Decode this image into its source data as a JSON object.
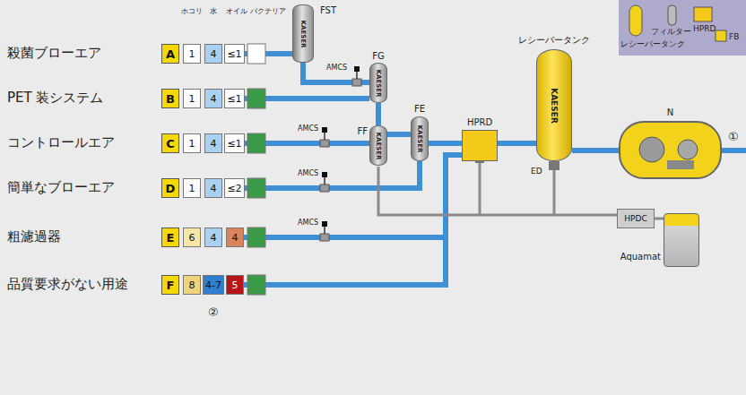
{
  "diagram": {
    "nodes": [
      {
        "text": [
          "A"
        ]
      },
      {
        "text": [
          "1"
        ]
      },
      {
        "text": [
          "4"
        ]
      },
      {
        "text": [
          "≤1"
        ]
      },
      {
        "text": [
          "B"
        ]
      },
      {
        "text": [
          "1"
        ]
      },
      {
        "text": [
          "4"
        ]
      },
      {
        "text": [
          "≤1"
        ]
      },
      {
        "text": [
          "C"
        ]
      },
      {
        "text": [
          "1"
        ]
      },
      {
        "text": [
          "4"
        ]
      },
      {
        "text": [
          "≤1"
        ]
      },
      {
        "text": [
          "D"
        ]
      },
      {
        "text": [
          "1"
        ]
      },
      {
        "text": [
          "4"
        ]
      },
      {
        "text": [
          "≤2"
        ]
      },
      {
        "text": [
          "E"
        ]
      },
      {
        "text": [
          "6"
        ]
      },
      {
        "text": [
          "4"
        ]
      },
      {
        "text": [
          "4"
        ]
      },
      {
        "text": [
          "F"
        ]
      },
      {
        "text": [
          "8"
        ]
      },
      {
        "text": [
          "4-7"
        ]
      },
      {
        "text": [
          "5"
        ]
      },
      {
        "text": [
          "FST",
          "KAESER"
        ]
      },
      {
        "text": [
          "FG",
          "KAESER"
        ]
      },
      {
        "text": [
          "FF",
          "KAESER"
        ]
      },
      {
        "text": [
          "FE",
          "KAESER"
        ]
      },
      {
        "text": [
          "HPRD"
        ]
      },
      {
        "text": [
          "レシーバータンク",
          "KAESER"
        ]
      },
      {
        "text": [
          "N"
        ]
      },
      {
        "text": [
          "HPDC"
        ]
      },
      {
        "text": [
          "Aquamat"
        ]
      }
    ],
    "edges": [
      {
        "from": 30,
        "to": 29,
        "arrow": "none"
      },
      {
        "from": 29,
        "to": 28,
        "arrow": "none"
      },
      {
        "from": 28,
        "to": 27,
        "arrow": "none"
      },
      {
        "from": 27,
        "to": 26,
        "arrow": "none"
      },
      {
        "from": 26,
        "to": 25,
        "arrow": "none"
      },
      {
        "from": 25,
        "to": 24,
        "arrow": "none"
      },
      {
        "from": 24,
        "to": 3,
        "arrow": "none"
      },
      {
        "from": 25,
        "to": 7,
        "arrow": "none"
      },
      {
        "from": 26,
        "to": 11,
        "arrow": "none"
      },
      {
        "from": 27,
        "to": 15,
        "arrow": "none"
      },
      {
        "from": 28,
        "to": 19,
        "arrow": "none"
      },
      {
        "from": 28,
        "to": 23,
        "arrow": "none"
      },
      {
        "from": 31,
        "to": 32,
        "arrow": "none"
      }
    ],
    "labels": [
      "殺菌ブローエア",
      "PET 装システム",
      "コントロールエア",
      "簡単なブローエア",
      "粗濾過器",
      "品質要求がない用途",
      "ホコリ",
      "水",
      "オイル",
      "バクテリア",
      "AMCS",
      "AMCS",
      "AMCS",
      "AMCS",
      "ED",
      "①",
      "②"
    ],
    "legend": [
      {
        "text": "レシーバータンク"
      },
      {
        "text": "フィルター"
      },
      {
        "text": "HPRD"
      },
      {
        "text": "FB"
      }
    ]
  }
}
